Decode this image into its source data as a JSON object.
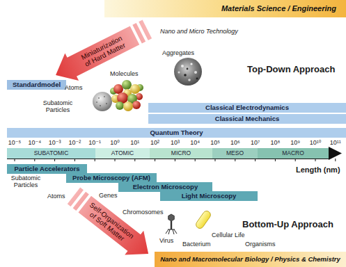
{
  "diagram": {
    "nodes": [
      {
        "text": [
          "Materials Science / Engineering"
        ]
      },
      {
        "text": [
          "Miniaturization of Hard Matter"
        ]
      },
      {
        "text": [
          "Standardmodel"
        ]
      },
      {
        "text": [
          "Classical Electrodynamics"
        ]
      },
      {
        "text": [
          "Classical Mechanics"
        ]
      },
      {
        "text": [
          "Quantum Theory"
        ]
      },
      {
        "text": [
          "SUBATOMIC"
        ]
      },
      {
        "text": [
          "ATOMIC"
        ]
      },
      {
        "text": [
          "MICRO"
        ]
      },
      {
        "text": [
          "MESO"
        ]
      },
      {
        "text": [
          "MACRO"
        ]
      },
      {
        "text": [
          "Particle Accelerators"
        ]
      },
      {
        "text": [
          "Probe Microscopy (AFM)"
        ]
      },
      {
        "text": [
          "Electron Microscopy"
        ]
      },
      {
        "text": [
          "Light Microscopy"
        ]
      },
      {
        "text": [
          "Self-Organization of Soft Matter"
        ]
      },
      {
        "text": [
          "Nano and Macromolecular Biology / Physics & Chemistry"
        ]
      }
    ],
    "labels": [
      "Nano and Micro Technology",
      "Aggregates",
      "Molecules",
      "Top-Down Approach",
      "Atoms",
      "Subatomic Particles",
      "10⁻⁵",
      "10⁻⁴",
      "10⁻³",
      "10⁻²",
      "10⁻¹",
      "10⁰",
      "10¹",
      "10²",
      "10³",
      "10⁴",
      "10⁵",
      "10⁶",
      "10⁷",
      "10⁸",
      "10⁹",
      "10¹⁰",
      "10¹¹",
      "Length (nm)",
      "Subatomic Particles",
      "Atoms",
      "Genes",
      "Chromosomes",
      "Virus",
      "Bacterium",
      "Bottom-Up Approach",
      "Cellular Life",
      "Organisms"
    ]
  }
}
